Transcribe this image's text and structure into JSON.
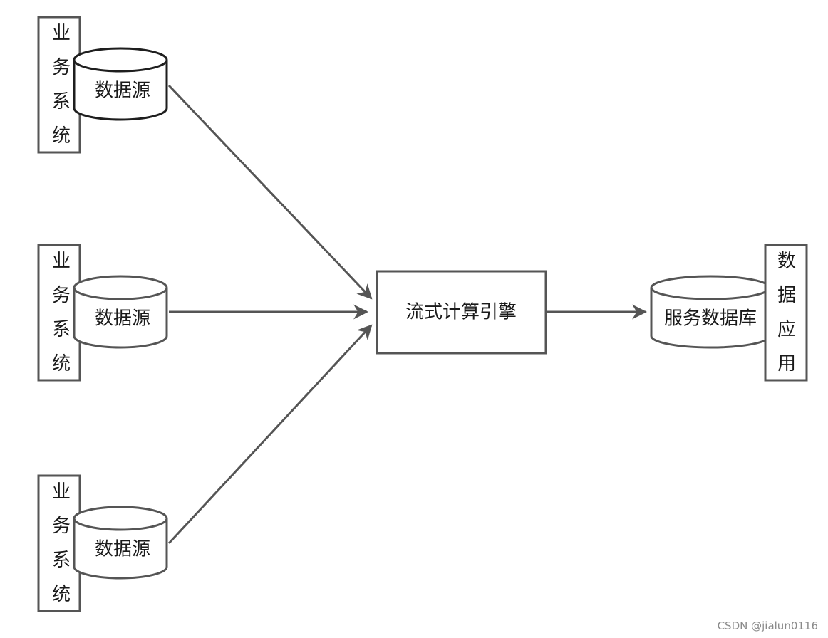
{
  "diagram": {
    "business_system_label": "业务系统",
    "data_source_label": "数据源",
    "engine_label": "流式计算引擎",
    "service_db_label": "服务数据库",
    "data_app_label": "数据应用",
    "sources": [
      {
        "system_label": "业务系统",
        "db_label": "数据源"
      },
      {
        "system_label": "业务系统",
        "db_label": "数据源"
      },
      {
        "system_label": "业务系统",
        "db_label": "数据源"
      }
    ],
    "colors": {
      "stroke_dark": "#1e1e1e",
      "stroke_gray": "#555555",
      "arrow": "#555555",
      "text": "#1a1a1a",
      "watermark": "#8a8a8a"
    }
  },
  "watermark": "CSDN @jialun0116"
}
